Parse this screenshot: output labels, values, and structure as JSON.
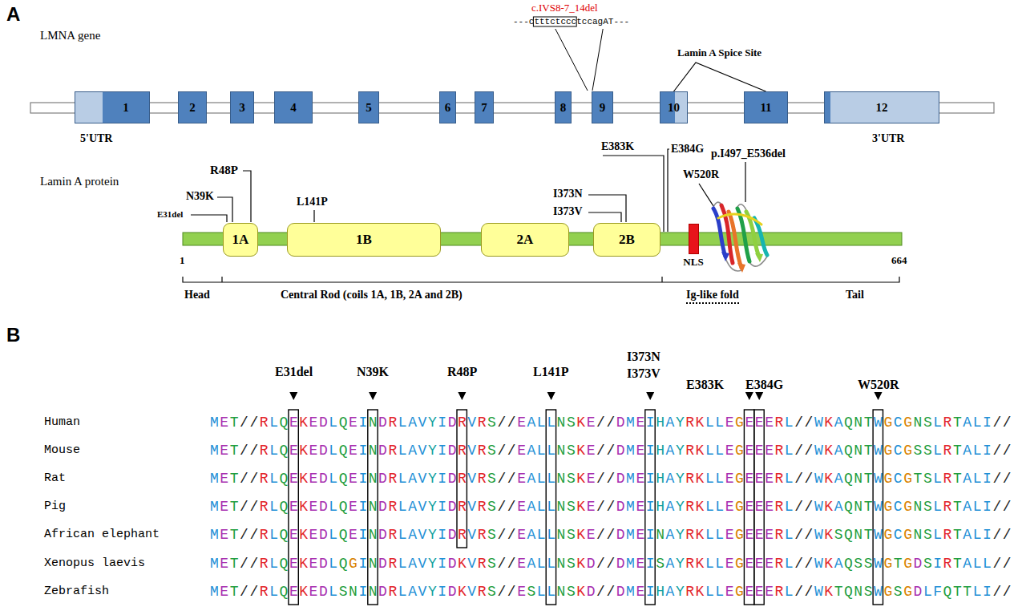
{
  "diagram": {
    "nodes": [
      {
        "text": [
          "1"
        ]
      },
      {
        "text": [
          "2"
        ]
      },
      {
        "text": [
          "3"
        ]
      },
      {
        "text": [
          "4"
        ]
      },
      {
        "text": [
          "5"
        ]
      },
      {
        "text": [
          "6"
        ]
      },
      {
        "text": [
          "7"
        ]
      },
      {
        "text": [
          "8"
        ]
      },
      {
        "text": [
          "9"
        ]
      },
      {
        "text": [
          "10"
        ]
      },
      {
        "text": [
          "11"
        ]
      },
      {
        "text": [
          "12"
        ]
      },
      {
        "text": [
          "1A"
        ]
      },
      {
        "text": [
          "1B"
        ]
      },
      {
        "text": [
          "2A"
        ]
      },
      {
        "text": [
          "2B"
        ]
      },
      {
        "text": [
          "NLS"
        ]
      }
    ],
    "edges": [
      {
        "from": 9,
        "to": 10,
        "arrow": "none",
        "label": "Lamin A Spice Site"
      }
    ],
    "labels": [
      "A",
      "LMNA gene",
      "c.IVS8-7_14del",
      "---ctttctccctccagAT---",
      "5'UTR",
      "3'UTR",
      "Lamin A protein",
      "E31del",
      "N39K",
      "R48P",
      "L141P",
      "I373N",
      "I373V",
      "E383K",
      "E384G",
      "W520R",
      "p.I497_E536del",
      "1",
      "664",
      "Head",
      "Central Rod (coils 1A, 1B, 2A and 2B)",
      "Ig-like fold",
      "Tail",
      "B",
      "E31del",
      "N39K",
      "R48P",
      "L141P",
      "I373N",
      "I373V",
      "E383K",
      "E384G",
      "W520R",
      "Human",
      "MET//RLQEKEDLQEINDRLAVYIDRVRS//EALLNSKE//DMEIHAYRKLLEGEEERL//WKAQNTWGCGNSLRTALI//",
      "Mouse",
      "MET//RLQEKEDLQEINDRLAVYIDRVRS//EALLNSKE//DMEIHAYRKLLEGEEERL//WKAQNTWGCGSSLRTALI//",
      "Rat",
      "MET//RLQEKEDLQEINDRLAVYIDRVRS//EALLNSKE//DMEIHAYRKLLEGEEERL//WKAQNTWGCGTSLRTALI//",
      "Pig",
      "MET//RLQEKEDLQEINDRLAVYIDRVRS//EALLNSKE//DMEIHAYRKLLEGEEERL//WKAQNTWGCGNSLRTALI//",
      "African elephant",
      "MET//RLQEKEDLQEINDRLAVYIDRVRS//EALLNSKE//DMEINAYRKLLEGEEERL//WKSQNTWGCGNSLRTALI//",
      "Xenopus laevis",
      "MET//RLQEKEDLQGINDRLAVYIDKVRS//EALLNSKD//DMEISAYRKLLEGEEERL//WKAQSSWGTGDSIRTALL//",
      "Zebrafish",
      "MET//RLQEKEDLSNINDRLAVYIDKVRS//ESLLNSKD//DMEIHAYRKLLEGEEERL//WKTQNSWGSGDLFQTTLI//"
    ]
  }
}
